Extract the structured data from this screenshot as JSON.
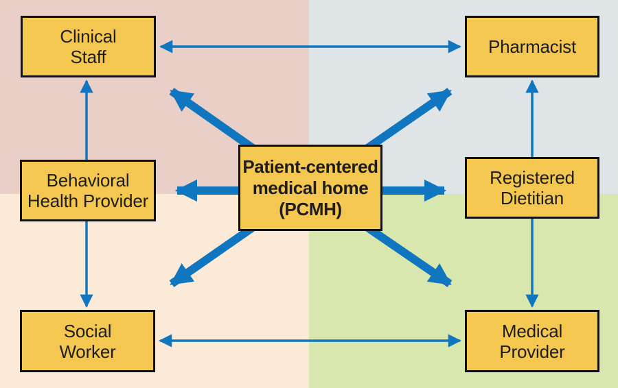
{
  "nodes": {
    "clinical_staff": {
      "lines": [
        "Clinical",
        "Staff"
      ]
    },
    "pharmacist": {
      "lines": [
        "Pharmacist"
      ]
    },
    "behavioral_health_provider": {
      "lines": [
        "Behavioral",
        "Health Provider"
      ]
    },
    "registered_dietitian": {
      "lines": [
        "Registered",
        "Dietitian"
      ]
    },
    "social_worker": {
      "lines": [
        "Social",
        "Worker"
      ]
    },
    "medical_provider": {
      "lines": [
        "Medical",
        "Provider"
      ]
    },
    "pcmh": {
      "lines": [
        "Patient-centered",
        "medical home",
        "(PCMH)"
      ]
    }
  },
  "relationships": {
    "hub": "pcmh",
    "hub_arrows_to": [
      "clinical_staff",
      "pharmacist",
      "behavioral_health_provider",
      "registered_dietitian",
      "social_worker",
      "medical_provider"
    ],
    "bidirectional_arrows": [
      [
        "clinical_staff",
        "pharmacist"
      ],
      [
        "clinical_staff",
        "social_worker"
      ],
      [
        "pharmacist",
        "medical_provider"
      ],
      [
        "social_worker",
        "medical_provider"
      ]
    ]
  },
  "colors": {
    "quadrant_top_left": "#eacfc8",
    "quadrant_top_right": "#dfe4e6",
    "quadrant_bottom_left": "#fcead8",
    "quadrant_bottom_right": "#d7e7ae",
    "node_fill": "#f3c750",
    "node_border": "#111111",
    "arrow": "#1076c0",
    "text": "#1f1d1e"
  }
}
